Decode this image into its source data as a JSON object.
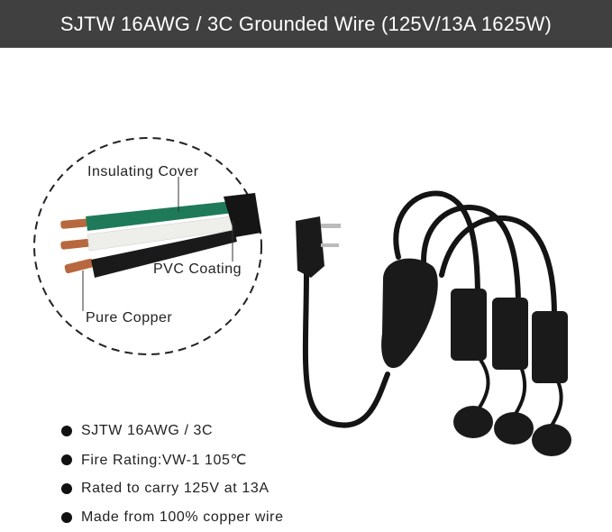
{
  "header": {
    "title": "SJTW 16AWG / 3C Grounded Wire (125V/13A 1625W)",
    "background": "#404040"
  },
  "detail_view": {
    "labels": {
      "insulating_cover": "Insulating Cover",
      "pvc_coating": "PVC Coating",
      "pure_copper": "Pure Copper"
    },
    "wire_colors": {
      "green": "#1f7a5a",
      "white": "#f2f2ee",
      "black": "#1a1a1a",
      "copper": "#b8683e"
    }
  },
  "features": [
    {
      "text": "SJTW 16AWG / 3C"
    },
    {
      "text": "Fire Rating:VW-1 105℃"
    },
    {
      "text": "Rated to carry 125V at 13A"
    },
    {
      "text": "Made from 100% copper wire"
    }
  ],
  "product": {
    "name": "1-to-3 splitter cord",
    "outlets": 3
  }
}
